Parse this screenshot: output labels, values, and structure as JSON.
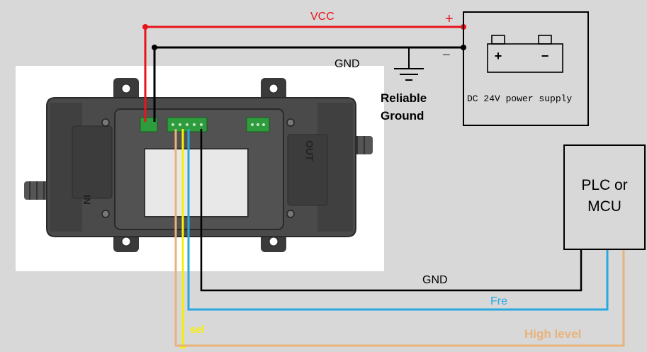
{
  "labels": {
    "vcc": "VCC",
    "plus": "+",
    "minus": "−",
    "gnd_top": "GND",
    "reliable_ground_line1": "Reliable",
    "reliable_ground_line2": "Ground",
    "power_supply": "DC 24V power supply",
    "battery_plus": "+",
    "battery_minus": "−",
    "plc_line1": "PLC or",
    "plc_line2": "MCU",
    "gnd_bottom": "GND",
    "fre": "Fre",
    "sel": "sel",
    "high_level": "High level",
    "port_in": "IN",
    "port_out": "OUT"
  },
  "colors": {
    "background": "#d8d8d8",
    "vcc_wire": "#e8141b",
    "gnd_wire": "#000000",
    "fre_wire": "#29a8e0",
    "sel_wire": "#f5f00a",
    "high_level_wire": "#e8b37a",
    "device_body": "#4a4a4a",
    "terminal_green": "#2e9c3c"
  }
}
